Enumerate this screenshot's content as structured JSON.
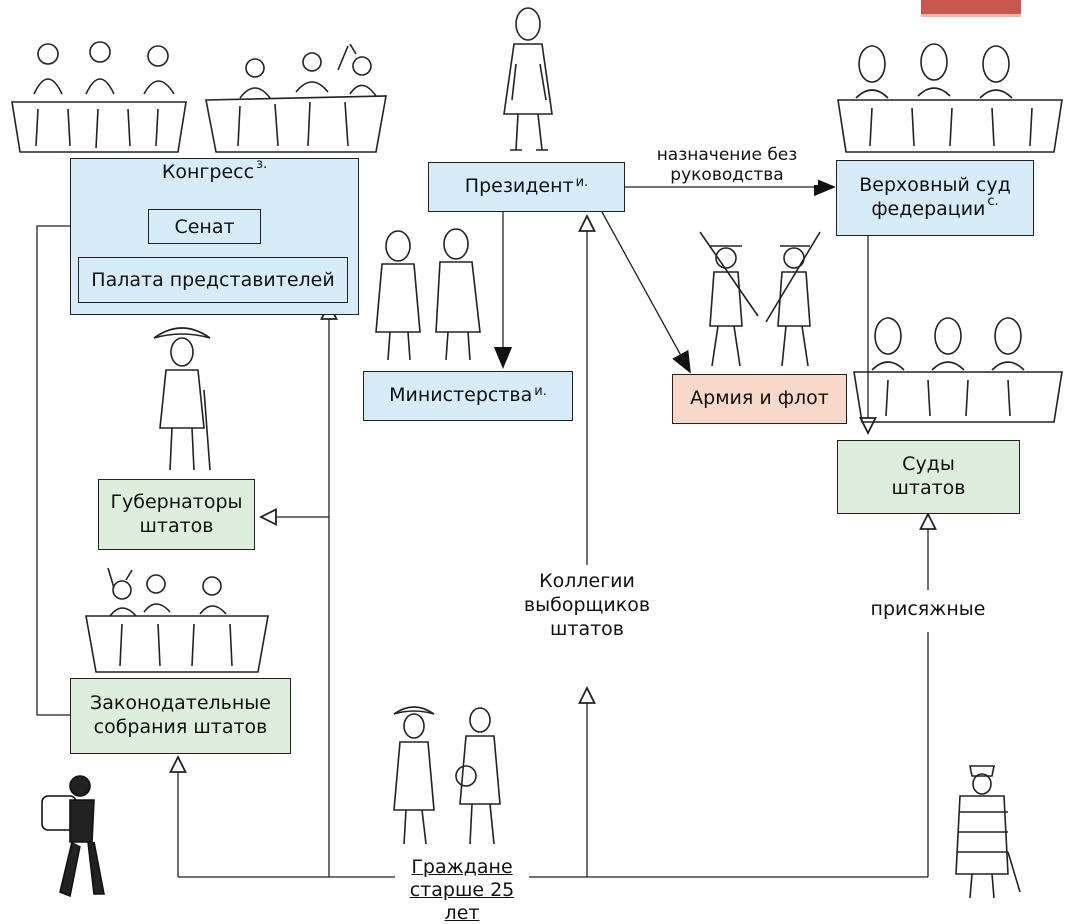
{
  "boxes": {
    "congress": {
      "label": "Конгресс",
      "sup": "з."
    },
    "senate": {
      "label": "Сенат"
    },
    "house": {
      "label": "Палата представителей"
    },
    "president": {
      "label": "Президент",
      "sup": "и."
    },
    "supreme_court": {
      "line1": "Верховный суд",
      "line2": "федерации",
      "sup": "с."
    },
    "ministries": {
      "label": "Министерства",
      "sup": "и."
    },
    "army": {
      "label": "Армия и флот"
    },
    "governors": {
      "line1": "Губернаторы",
      "line2": "штатов"
    },
    "state_courts": {
      "line1": "Суды",
      "line2": "штатов"
    },
    "legislatures": {
      "line1": "Законодательные",
      "line2": "собрания штатов"
    }
  },
  "labels": {
    "appointment_line1": "назначение без",
    "appointment_line2": "руководства",
    "electors_line1": "Коллегии",
    "electors_line2": "выборщиков",
    "electors_line3": "штатов",
    "jurors": "присяжные",
    "citizens_line1": "Граждане",
    "citizens_line2": "старше 25 лет"
  },
  "colors": {
    "blue_box": "#d6ecf9",
    "green_box": "#deeedd",
    "salmon_box": "#f8d8c9",
    "corner_tab": "#c8574f"
  },
  "illustrations": [
    "seated-congressmen-icon",
    "arguing-congressmen-icon",
    "president-figure-icon",
    "justices-table-icon",
    "ministers-figures-icon",
    "soldiers-figures-icon",
    "governor-figure-icon",
    "state-judges-table-icon",
    "legislators-table-icon",
    "slave-figure-icon",
    "citizens-figures-icon",
    "native-figure-icon"
  ]
}
